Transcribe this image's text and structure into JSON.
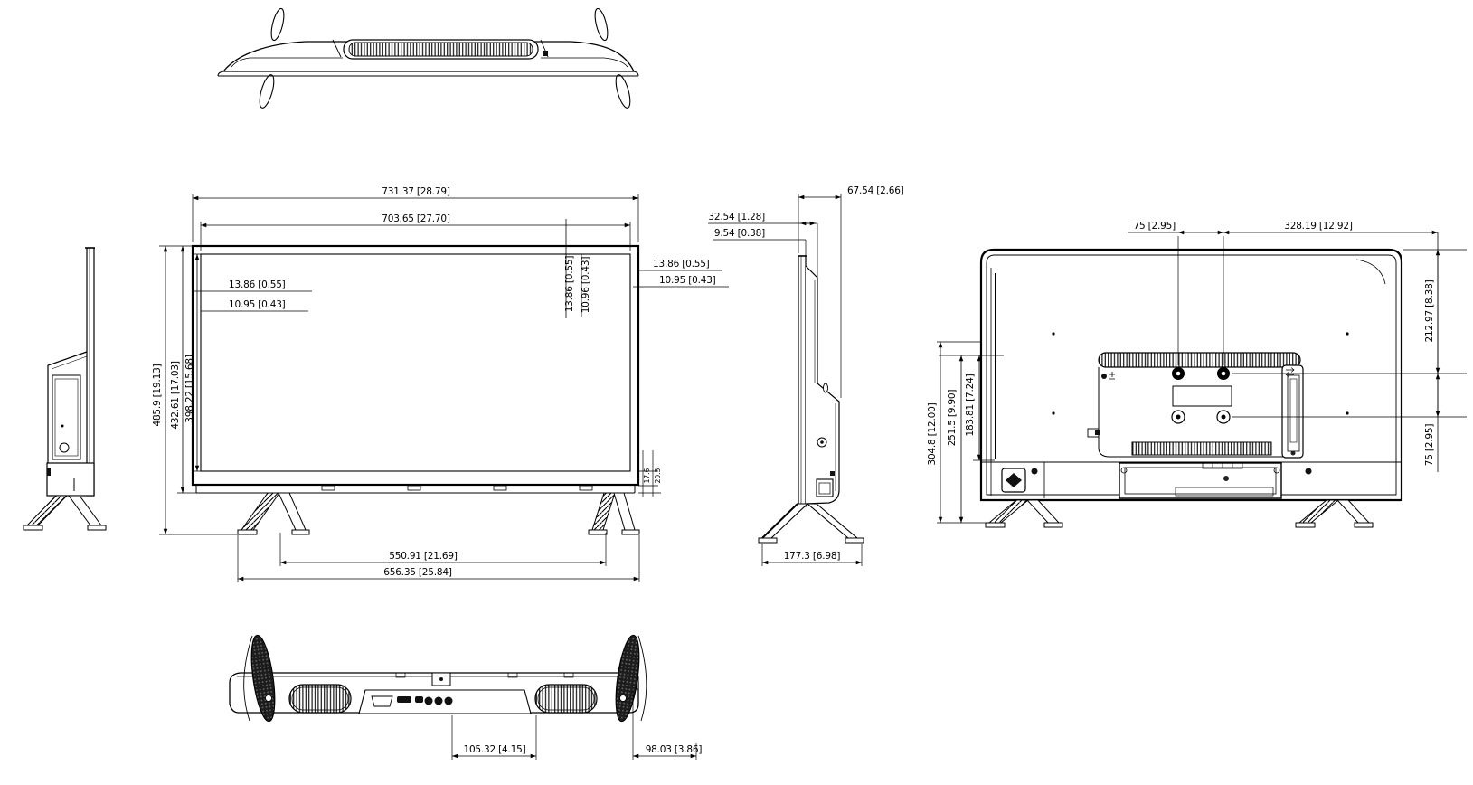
{
  "drawing": {
    "type": "multi-view dimensional technical drawing",
    "subject": "flat-panel TV",
    "line_color": "#000000",
    "background_color": "#ffffff"
  },
  "dims": {
    "front": {
      "width_overall": "731.37 [28.79]",
      "width_screen": "703.65 [27.70]",
      "height_overall": "485.9 [19.13]",
      "height_panel": "432.61 [17.03]",
      "height_screen": "398.22 [15.68]",
      "bezel_left_a": "13.86 [0.55]",
      "bezel_left_b": "10.95 [0.43]",
      "bezel_top_a": "13.86 [0.55]",
      "bezel_top_b": "10.96 [0.43]",
      "bezel_right_a": "13.86 [0.55]",
      "bezel_right_b": "10.95 [0.43]",
      "chin_a": "17.6",
      "chin_b": "20.5",
      "stand_span_inner": "550.91 [21.69]",
      "stand_span_outer": "656.35 [25.84]"
    },
    "side": {
      "depth_overall": "67.54 [2.66]",
      "depth_upper": "32.54 [1.28]",
      "panel_thickness": "9.54 [0.38]",
      "stand_depth": "177.3 [6.98]"
    },
    "back": {
      "vesa_horizontal": "75 [2.95]",
      "vesa_to_edge": "328.19 [12.92]",
      "top_to_vesa": "212.97 [8.38]",
      "vesa_vertical": "75 [2.95]",
      "height_a": "304.8 [12.00]",
      "height_b": "251.5 [9.90]",
      "height_c": "183.81 [7.24]"
    },
    "bottom": {
      "connector_offset": "105.32 [4.15]",
      "foot_depth": "98.03 [3.86]"
    }
  }
}
